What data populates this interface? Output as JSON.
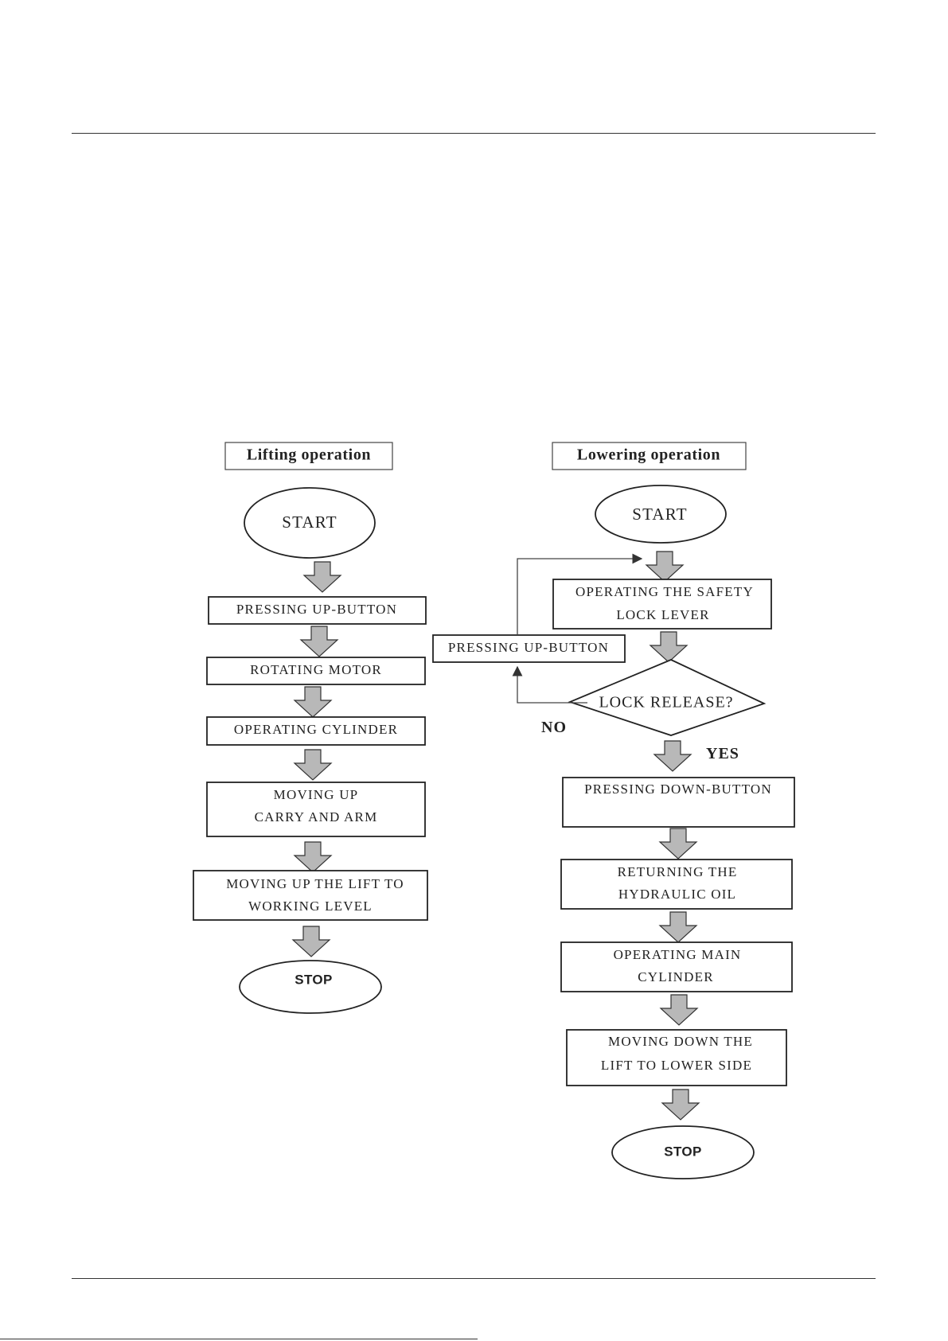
{
  "lifting": {
    "header": "Lifting operation",
    "start": "START",
    "steps": [
      [
        "PRESSING UP-BUTTON"
      ],
      [
        "ROTATING MOTOR"
      ],
      [
        "OPERATING CYLINDER"
      ],
      [
        "MOVING UP",
        "CARRY AND ARM"
      ],
      [
        "MOVING UP THE LIFT TO",
        "WORKING LEVEL"
      ]
    ],
    "stop": "STOP"
  },
  "lowering": {
    "header": "Lowering operation",
    "start": "START",
    "safety_lock": [
      "OPERATING THE SAFETY",
      "LOCK LEVER"
    ],
    "decision": "LOCK RELEASE?",
    "no_label": "NO",
    "yes_label": "YES",
    "loop_step": "PRESSING UP-BUTTON",
    "steps": [
      [
        "PRESSING DOWN-BUTTON"
      ],
      [
        "RETURNING THE",
        "HYDRAULIC OIL"
      ],
      [
        "OPERATING MAIN",
        "CYLINDER"
      ],
      [
        "MOVING DOWN THE",
        "LIFT TO LOWER SIDE"
      ]
    ],
    "stop": "STOP"
  },
  "colors": {
    "arrow_fill": "#b8b8b8",
    "stroke": "#222222"
  }
}
